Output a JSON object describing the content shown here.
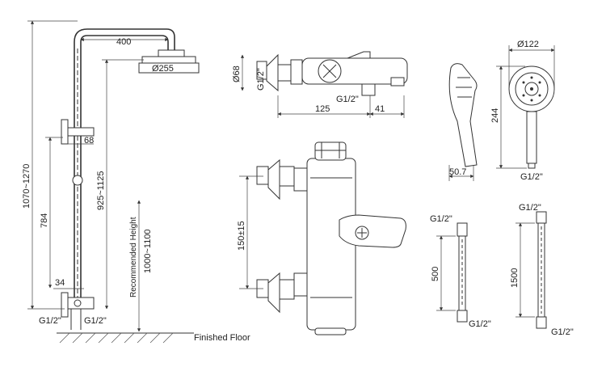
{
  "rail_set": {
    "dim_arm_width": "400",
    "dim_head_diameter": "Ø255",
    "dim_total_height": "1070~1270",
    "dim_784": "784",
    "dim_925": "925~1125",
    "dim_68": "68",
    "dim_34": "34",
    "recommended_height_label": "Recommended Height",
    "recommended_height_value": "1000~1100",
    "inlet_left": "G1/2\"",
    "inlet_right": "G1/2\"",
    "floor_label": "Finished Floor"
  },
  "mixer_top": {
    "dim_diameter": "Ø68",
    "dim_inlet": "G1/2\"",
    "dim_125": "125",
    "dim_41": "41",
    "outlet_label": "G1/2\""
  },
  "mixer_front": {
    "dim_150": "150±15"
  },
  "hand_shower": {
    "dim_50": "50.7",
    "dim_diameter": "Ø122",
    "dim_244": "244",
    "dim_thread": "G1/2\""
  },
  "hose_500": {
    "top_thread": "G1/2\"",
    "length": "500",
    "bottom_thread": "G1/2\""
  },
  "hose_1500": {
    "top_thread": "G1/2\"",
    "length": "1500",
    "bottom_thread": "G1/2\""
  }
}
